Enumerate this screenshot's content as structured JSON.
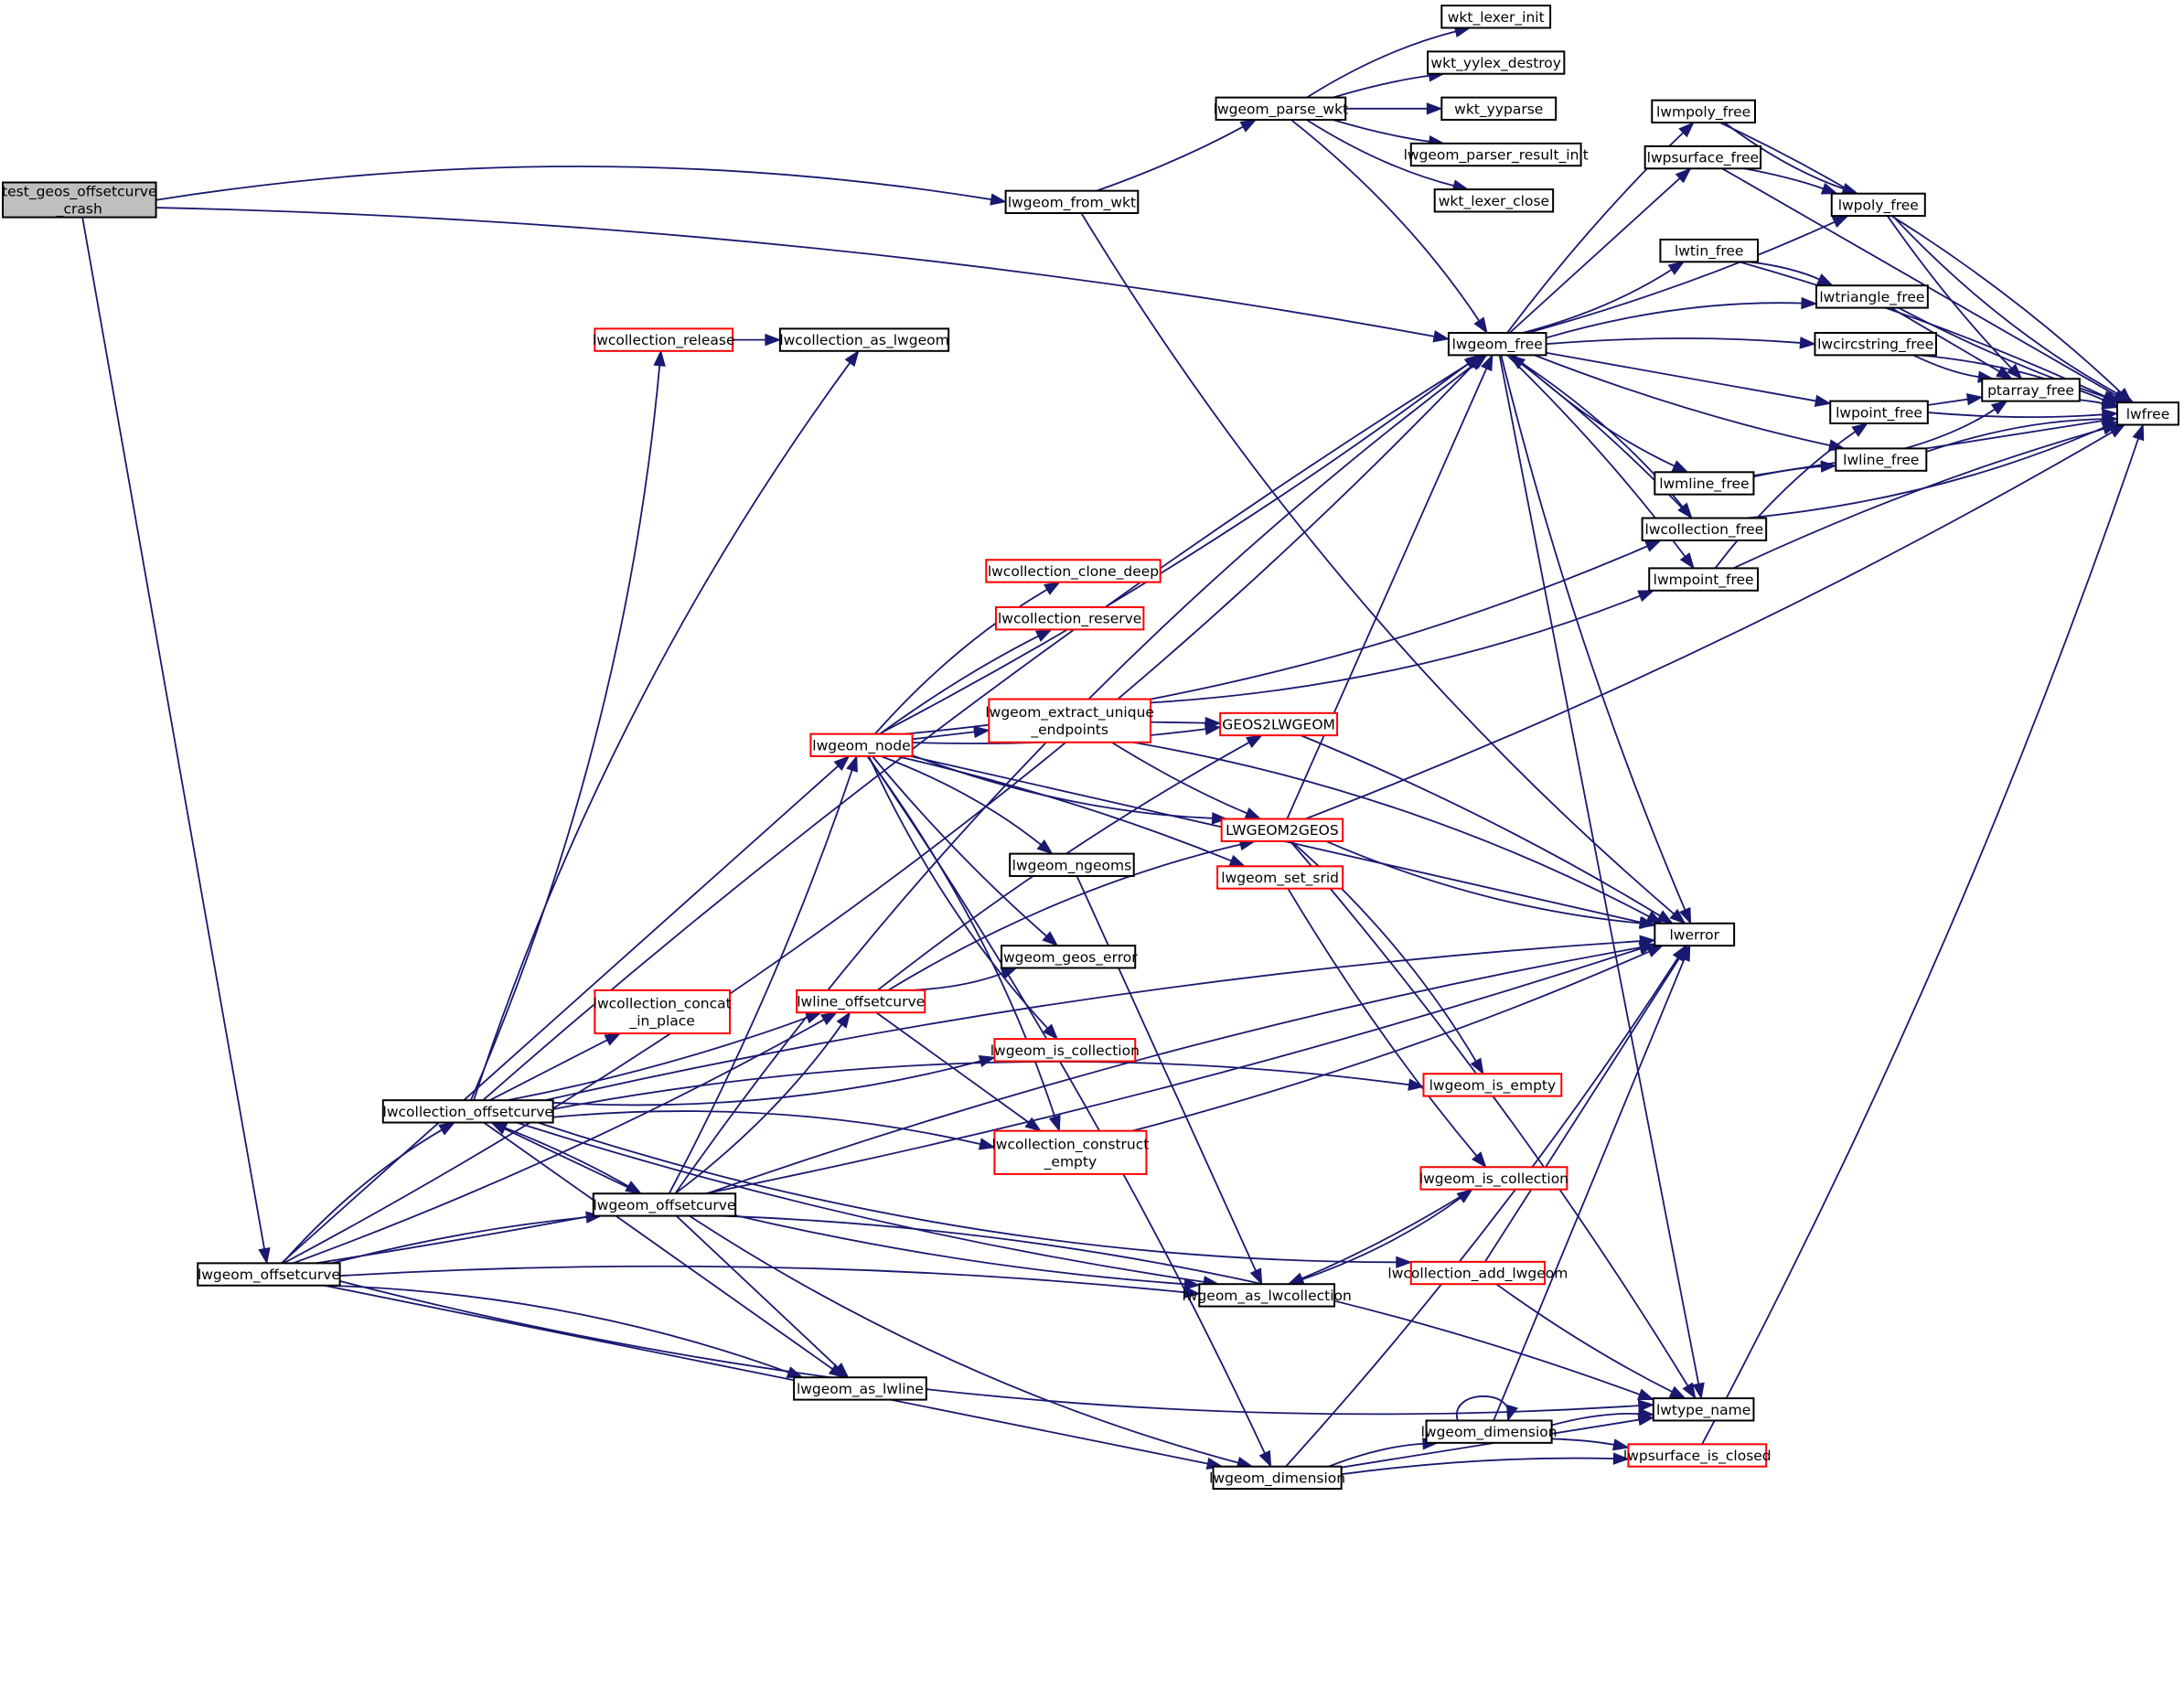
{
  "diagram": {
    "title": "Call graph of test_geos_offsetcurve_crash",
    "colors": {
      "edge": "#191970",
      "node_border": "#000000",
      "node_border_truncated": "#ff0000",
      "root_fill": "#bfbfbf",
      "node_fill": "#ffffff"
    },
    "nodes": [
      {
        "id": "test_geos_offsetcurve_crash",
        "lines": [
          "test_geos_offsetcurve",
          "_crash"
        ],
        "style": "root"
      },
      {
        "id": "lwgeom_from_wkt",
        "lines": [
          "lwgeom_from_wkt"
        ],
        "style": "normal"
      },
      {
        "id": "lwgeom_parse_wkt",
        "lines": [
          "lwgeom_parse_wkt"
        ],
        "style": "normal"
      },
      {
        "id": "wkt_lexer_init",
        "lines": [
          "wkt_lexer_init"
        ],
        "style": "normal"
      },
      {
        "id": "wkt_yylex_destroy",
        "lines": [
          "wkt_yylex_destroy"
        ],
        "style": "normal"
      },
      {
        "id": "wkt_yyparse",
        "lines": [
          "wkt_yyparse"
        ],
        "style": "normal"
      },
      {
        "id": "lwgeom_parser_result_init",
        "lines": [
          "lwgeom_parser_result_init"
        ],
        "style": "normal"
      },
      {
        "id": "wkt_lexer_close",
        "lines": [
          "wkt_lexer_close"
        ],
        "style": "normal"
      },
      {
        "id": "lwgeom_free",
        "lines": [
          "lwgeom_free"
        ],
        "style": "normal"
      },
      {
        "id": "lwmpoly_free",
        "lines": [
          "lwmpoly_free"
        ],
        "style": "normal"
      },
      {
        "id": "lwpsurface_free",
        "lines": [
          "lwpsurface_free"
        ],
        "style": "normal"
      },
      {
        "id": "lwpoly_free",
        "lines": [
          "lwpoly_free"
        ],
        "style": "normal"
      },
      {
        "id": "lwtin_free",
        "lines": [
          "lwtin_free"
        ],
        "style": "normal"
      },
      {
        "id": "lwtriangle_free",
        "lines": [
          "lwtriangle_free"
        ],
        "style": "normal"
      },
      {
        "id": "lwcircstring_free",
        "lines": [
          "lwcircstring_free"
        ],
        "style": "normal"
      },
      {
        "id": "ptarray_free",
        "lines": [
          "ptarray_free"
        ],
        "style": "normal"
      },
      {
        "id": "lwfree",
        "lines": [
          "lwfree"
        ],
        "style": "normal"
      },
      {
        "id": "lwpoint_free",
        "lines": [
          "lwpoint_free"
        ],
        "style": "normal"
      },
      {
        "id": "lwline_free",
        "lines": [
          "lwline_free"
        ],
        "style": "normal"
      },
      {
        "id": "lwmline_free",
        "lines": [
          "lwmline_free"
        ],
        "style": "normal"
      },
      {
        "id": "lwcollection_free",
        "lines": [
          "lwcollection_free"
        ],
        "style": "normal"
      },
      {
        "id": "lwmpoint_free",
        "lines": [
          "lwmpoint_free"
        ],
        "style": "normal"
      },
      {
        "id": "lwcollection_release",
        "lines": [
          "lwcollection_release"
        ],
        "style": "truncated"
      },
      {
        "id": "lwcollection_as_lwgeom",
        "lines": [
          "lwcollection_as_lwgeom"
        ],
        "style": "normal"
      },
      {
        "id": "lwcollection_clone_deep",
        "lines": [
          "lwcollection_clone_deep"
        ],
        "style": "truncated"
      },
      {
        "id": "lwcollection_reserve",
        "lines": [
          "lwcollection_reserve"
        ],
        "style": "truncated"
      },
      {
        "id": "lwgeom_node",
        "lines": [
          "lwgeom_node"
        ],
        "style": "truncated"
      },
      {
        "id": "lwgeom_extract_unique_endpoints",
        "lines": [
          "lwgeom_extract_unique",
          "_endpoints"
        ],
        "style": "truncated"
      },
      {
        "id": "GEOS2LWGEOM",
        "lines": [
          "GEOS2LWGEOM"
        ],
        "style": "truncated"
      },
      {
        "id": "LWGEOM2GEOS",
        "lines": [
          "LWGEOM2GEOS"
        ],
        "style": "truncated"
      },
      {
        "id": "lwgeom_ngeoms",
        "lines": [
          "lwgeom_ngeoms"
        ],
        "style": "normal"
      },
      {
        "id": "lwgeom_set_srid",
        "lines": [
          "lwgeom_set_srid"
        ],
        "style": "truncated"
      },
      {
        "id": "lwerror",
        "lines": [
          "lwerror"
        ],
        "style": "normal"
      },
      {
        "id": "lwgeom_geos_error",
        "lines": [
          "lwgeom_geos_error"
        ],
        "style": "normal"
      },
      {
        "id": "lwcollection_concat_in_place",
        "lines": [
          "lwcollection_concat",
          "_in_place"
        ],
        "style": "truncated"
      },
      {
        "id": "lwline_offsetcurve",
        "lines": [
          "lwline_offsetcurve"
        ],
        "style": "truncated"
      },
      {
        "id": "lwgeom_is_collection_a",
        "lines": [
          "lwgeom_is_collection"
        ],
        "style": "truncated"
      },
      {
        "id": "lwgeom_is_empty",
        "lines": [
          "lwgeom_is_empty"
        ],
        "style": "truncated"
      },
      {
        "id": "lwcollection_offsetcurve",
        "lines": [
          "lwcollection_offsetcurve"
        ],
        "style": "normal"
      },
      {
        "id": "lwcollection_construct_empty",
        "lines": [
          "lwcollection_construct",
          "_empty"
        ],
        "style": "truncated"
      },
      {
        "id": "lwgeom_offsetcurve_inner",
        "lines": [
          "lwgeom_offsetcurve"
        ],
        "style": "normal"
      },
      {
        "id": "lwgeom_is_collection_b",
        "lines": [
          "lwgeom_is_collection"
        ],
        "style": "truncated"
      },
      {
        "id": "lwgeom_offsetcurve",
        "lines": [
          "lwgeom_offsetcurve"
        ],
        "style": "normal"
      },
      {
        "id": "lwcollection_add_lwgeom",
        "lines": [
          "lwcollection_add_lwgeom"
        ],
        "style": "truncated"
      },
      {
        "id": "lwgeom_as_lwcollection",
        "lines": [
          "lwgeom_as_lwcollection"
        ],
        "style": "normal"
      },
      {
        "id": "lwgeom_as_lwline",
        "lines": [
          "lwgeom_as_lwline"
        ],
        "style": "normal"
      },
      {
        "id": "lwgeom_dimension_inner",
        "lines": [
          "lwgeom_dimension"
        ],
        "style": "normal"
      },
      {
        "id": "lwtype_name",
        "lines": [
          "lwtype_name"
        ],
        "style": "normal"
      },
      {
        "id": "lwpsurface_is_closed",
        "lines": [
          "lwpsurface_is_closed"
        ],
        "style": "truncated"
      },
      {
        "id": "lwgeom_dimension",
        "lines": [
          "lwgeom_dimension"
        ],
        "style": "normal"
      }
    ],
    "edges": [
      [
        "test_geos_offsetcurve_crash",
        "lwgeom_from_wkt"
      ],
      [
        "test_geos_offsetcurve_crash",
        "lwgeom_free"
      ],
      [
        "test_geos_offsetcurve_crash",
        "lwgeom_offsetcurve"
      ],
      [
        "lwgeom_from_wkt",
        "lwgeom_parse_wkt"
      ],
      [
        "lwgeom_from_wkt",
        "lwerror"
      ],
      [
        "lwgeom_parse_wkt",
        "wkt_lexer_init"
      ],
      [
        "lwgeom_parse_wkt",
        "wkt_yylex_destroy"
      ],
      [
        "lwgeom_parse_wkt",
        "wkt_yyparse"
      ],
      [
        "lwgeom_parse_wkt",
        "lwgeom_parser_result_init"
      ],
      [
        "lwgeom_parse_wkt",
        "wkt_lexer_close"
      ],
      [
        "lwgeom_parse_wkt",
        "lwgeom_free"
      ],
      [
        "lwgeom_free",
        "lwmpoly_free"
      ],
      [
        "lwgeom_free",
        "lwpsurface_free"
      ],
      [
        "lwgeom_free",
        "lwpoly_free"
      ],
      [
        "lwgeom_free",
        "lwtin_free"
      ],
      [
        "lwgeom_free",
        "lwtriangle_free"
      ],
      [
        "lwgeom_free",
        "lwcircstring_free"
      ],
      [
        "lwgeom_free",
        "lwpoint_free"
      ],
      [
        "lwgeom_free",
        "lwline_free"
      ],
      [
        "lwgeom_free",
        "lwmline_free"
      ],
      [
        "lwgeom_free",
        "lwcollection_free"
      ],
      [
        "lwgeom_free",
        "lwmpoint_free"
      ],
      [
        "lwgeom_free",
        "lwtype_name"
      ],
      [
        "lwgeom_free",
        "lwerror"
      ],
      [
        "lwmpoly_free",
        "lwpoly_free"
      ],
      [
        "lwmpoly_free",
        "lwfree"
      ],
      [
        "lwpsurface_free",
        "lwpoly_free"
      ],
      [
        "lwpsurface_free",
        "lwfree"
      ],
      [
        "lwpoly_free",
        "ptarray_free"
      ],
      [
        "lwpoly_free",
        "lwfree"
      ],
      [
        "lwtin_free",
        "lwtriangle_free"
      ],
      [
        "lwtin_free",
        "lwfree"
      ],
      [
        "lwtriangle_free",
        "ptarray_free"
      ],
      [
        "lwtriangle_free",
        "lwfree"
      ],
      [
        "lwcircstring_free",
        "ptarray_free"
      ],
      [
        "lwcircstring_free",
        "lwfree"
      ],
      [
        "ptarray_free",
        "lwfree"
      ],
      [
        "lwpoint_free",
        "ptarray_free"
      ],
      [
        "lwpoint_free",
        "lwfree"
      ],
      [
        "lwline_free",
        "ptarray_free"
      ],
      [
        "lwline_free",
        "lwfree"
      ],
      [
        "lwmline_free",
        "lwline_free"
      ],
      [
        "lwmline_free",
        "lwfree"
      ],
      [
        "lwcollection_free",
        "lwgeom_free"
      ],
      [
        "lwcollection_free",
        "lwfree"
      ],
      [
        "lwmpoint_free",
        "lwpoint_free"
      ],
      [
        "lwmpoint_free",
        "lwfree"
      ],
      [
        "lwcollection_release",
        "lwcollection_as_lwgeom"
      ],
      [
        "lwgeom_node",
        "lwgeom_free"
      ],
      [
        "lwgeom_node",
        "lwcollection_free"
      ],
      [
        "lwgeom_node",
        "lwcollection_clone_deep"
      ],
      [
        "lwgeom_node",
        "lwcollection_reserve"
      ],
      [
        "lwgeom_node",
        "lwgeom_extract_unique_endpoints"
      ],
      [
        "lwgeom_node",
        "GEOS2LWGEOM"
      ],
      [
        "lwgeom_node",
        "LWGEOM2GEOS"
      ],
      [
        "lwgeom_node",
        "lwgeom_ngeoms"
      ],
      [
        "lwgeom_node",
        "lwgeom_set_srid"
      ],
      [
        "lwgeom_node",
        "lwerror"
      ],
      [
        "lwgeom_node",
        "lwgeom_geos_error"
      ],
      [
        "lwgeom_node",
        "lwgeom_is_collection_a"
      ],
      [
        "lwgeom_node",
        "lwcollection_construct_empty"
      ],
      [
        "lwgeom_node",
        "lwgeom_dimension"
      ],
      [
        "lwgeom_extract_unique_endpoints",
        "GEOS2LWGEOM"
      ],
      [
        "lwgeom_extract_unique_endpoints",
        "LWGEOM2GEOS"
      ],
      [
        "lwgeom_extract_unique_endpoints",
        "lwmpoint_free"
      ],
      [
        "lwgeom_extract_unique_endpoints",
        "lwerror"
      ],
      [
        "GEOS2LWGEOM",
        "lwerror"
      ],
      [
        "LWGEOM2GEOS",
        "lwgeom_free"
      ],
      [
        "LWGEOM2GEOS",
        "lwfree"
      ],
      [
        "LWGEOM2GEOS",
        "lwerror"
      ],
      [
        "LWGEOM2GEOS",
        "lwgeom_is_empty"
      ],
      [
        "LWGEOM2GEOS",
        "lwtype_name"
      ],
      [
        "lwgeom_ngeoms",
        "lwgeom_as_lwcollection"
      ],
      [
        "lwgeom_set_srid",
        "lwgeom_is_collection_b"
      ],
      [
        "lwline_offsetcurve",
        "lwgeom_geos_error"
      ],
      [
        "lwline_offsetcurve",
        "LWGEOM2GEOS"
      ],
      [
        "lwline_offsetcurve",
        "GEOS2LWGEOM"
      ],
      [
        "lwline_offsetcurve",
        "lwcollection_construct_empty"
      ],
      [
        "lwcollection_construct_empty",
        "lwerror"
      ],
      [
        "lwcollection_offsetcurve",
        "lwcollection_release"
      ],
      [
        "lwcollection_offsetcurve",
        "lwcollection_as_lwgeom"
      ],
      [
        "lwcollection_offsetcurve",
        "lwgeom_free"
      ],
      [
        "lwcollection_offsetcurve",
        "lwcollection_concat_in_place"
      ],
      [
        "lwcollection_offsetcurve",
        "lwline_offsetcurve"
      ],
      [
        "lwcollection_offsetcurve",
        "lwgeom_is_collection_a"
      ],
      [
        "lwcollection_offsetcurve",
        "lwcollection_construct_empty"
      ],
      [
        "lwcollection_offsetcurve",
        "lwgeom_offsetcurve_inner"
      ],
      [
        "lwcollection_offsetcurve",
        "lwgeom_as_lwline"
      ],
      [
        "lwcollection_offsetcurve",
        "lwgeom_as_lwcollection"
      ],
      [
        "lwcollection_offsetcurve",
        "lwcollection_add_lwgeom"
      ],
      [
        "lwcollection_offsetcurve",
        "lwgeom_is_empty"
      ],
      [
        "lwcollection_offsetcurve",
        "lwerror"
      ],
      [
        "lwgeom_offsetcurve_inner",
        "lwcollection_offsetcurve"
      ],
      [
        "lwgeom_offsetcurve_inner",
        "lwgeom_node"
      ],
      [
        "lwgeom_offsetcurve_inner",
        "lwline_offsetcurve"
      ],
      [
        "lwgeom_offsetcurve_inner",
        "lwgeom_free"
      ],
      [
        "lwgeom_offsetcurve_inner",
        "lwerror"
      ],
      [
        "lwgeom_offsetcurve_inner",
        "lwgeom_as_lwline"
      ],
      [
        "lwgeom_offsetcurve_inner",
        "lwgeom_as_lwcollection"
      ],
      [
        "lwgeom_offsetcurve_inner",
        "lwgeom_dimension"
      ],
      [
        "lwgeom_offsetcurve_inner",
        "lwtype_name"
      ],
      [
        "lwgeom_is_collection_b",
        "lwgeom_as_lwcollection"
      ],
      [
        "lwcollection_add_lwgeom",
        "lwerror"
      ],
      [
        "lwcollection_add_lwgeom",
        "lwtype_name"
      ],
      [
        "lwgeom_as_lwcollection",
        "lwgeom_is_collection_b"
      ],
      [
        "lwgeom_offsetcurve",
        "lwcollection_offsetcurve"
      ],
      [
        "lwgeom_offsetcurve",
        "lwgeom_offsetcurve_inner"
      ],
      [
        "lwgeom_offsetcurve",
        "lwgeom_node"
      ],
      [
        "lwgeom_offsetcurve",
        "lwline_offsetcurve"
      ],
      [
        "lwgeom_offsetcurve",
        "lwgeom_free"
      ],
      [
        "lwgeom_offsetcurve",
        "lwgeom_as_lwline"
      ],
      [
        "lwgeom_offsetcurve",
        "lwgeom_as_lwcollection"
      ],
      [
        "lwgeom_offsetcurve",
        "lwgeom_dimension"
      ],
      [
        "lwgeom_offsetcurve",
        "lwerror"
      ],
      [
        "lwgeom_offsetcurve",
        "lwtype_name"
      ],
      [
        "lwgeom_dimension",
        "lwgeom_dimension_inner"
      ],
      [
        "lwgeom_dimension",
        "lwpsurface_is_closed"
      ],
      [
        "lwgeom_dimension",
        "lwtype_name"
      ],
      [
        "lwgeom_dimension",
        "lwerror"
      ],
      [
        "lwgeom_dimension_inner",
        "lwgeom_dimension_inner"
      ],
      [
        "lwgeom_dimension_inner",
        "lwtype_name"
      ],
      [
        "lwgeom_dimension_inner",
        "lwpsurface_is_closed"
      ],
      [
        "lwgeom_dimension_inner",
        "lwerror"
      ],
      [
        "lwpsurface_is_closed",
        "lwfree"
      ]
    ]
  }
}
